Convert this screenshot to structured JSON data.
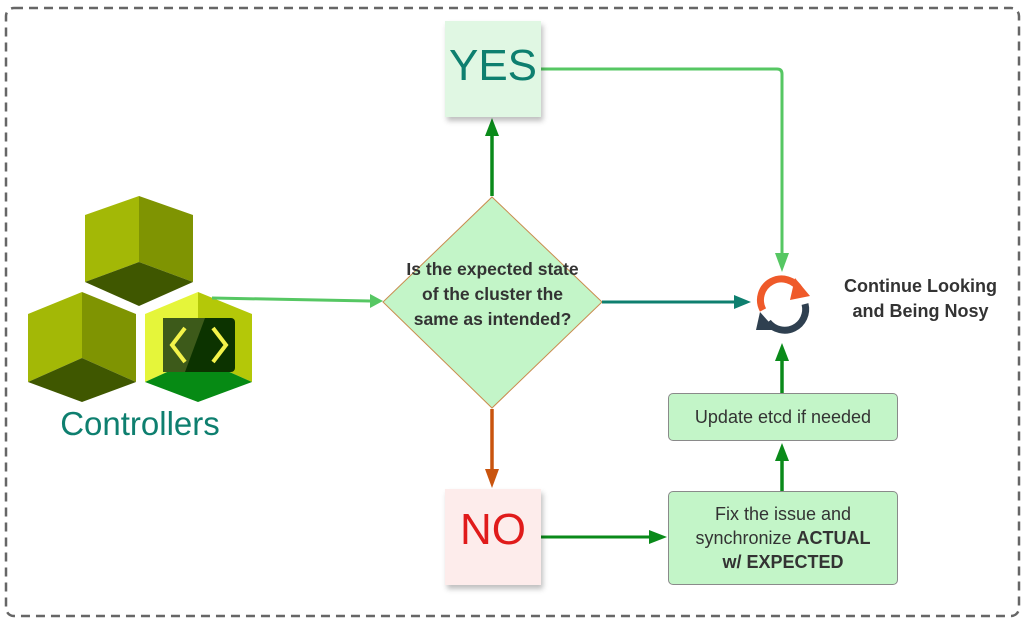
{
  "diagram": {
    "controllers_label": "Controllers",
    "decision_text": "Is the expected state of the cluster the same as intended?",
    "yes_label": "YES",
    "no_label": "NO",
    "fix_box": {
      "line1": "Fix the issue and",
      "line2_prefix": "synchronize ",
      "line2_bold": "ACTUAL",
      "line3_bold": "w/ EXPECTED"
    },
    "update_box": "Update etcd if needed",
    "continue_label": "Continue Looking and Being Nosy",
    "colors": {
      "yes_text": "#0e7f6f",
      "no_text": "#e01b1b",
      "yes_note_bg": "#e0f7e3",
      "no_note_bg": "#fdeceb",
      "decision_fill": "#c3f5c8",
      "decision_border": "#c98b4e",
      "arrow_light_green": "#56c763",
      "arrow_dark_green": "#0a8a1a",
      "arrow_orange": "#c9540e",
      "arrow_teal": "#0e7f6f",
      "refresh_orange": "#ef5a2a",
      "refresh_dark": "#2f4050",
      "frame": "#666666"
    }
  }
}
